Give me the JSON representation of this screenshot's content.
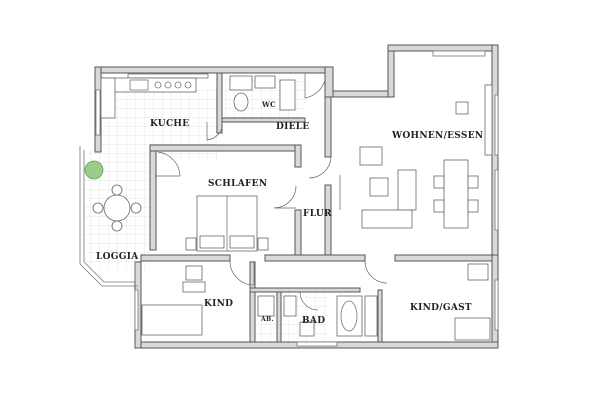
{
  "rooms": {
    "kueche": "KUCHE",
    "wc": "WC",
    "diele": "DIELE",
    "wohnen": "WOHNEN/ESSEN",
    "schlafen": "SCHLAFEN",
    "flur": "FLUR",
    "loggia": "LOGGIA",
    "kind": "KIND",
    "ab": "AB.",
    "bad": "BAD",
    "kind_gast": "KIND/GAST"
  },
  "colors": {
    "wall_fill": "#d9d9d9",
    "wall_stroke": "#555555",
    "plant": "#9ccc8c",
    "text": "#222222"
  }
}
